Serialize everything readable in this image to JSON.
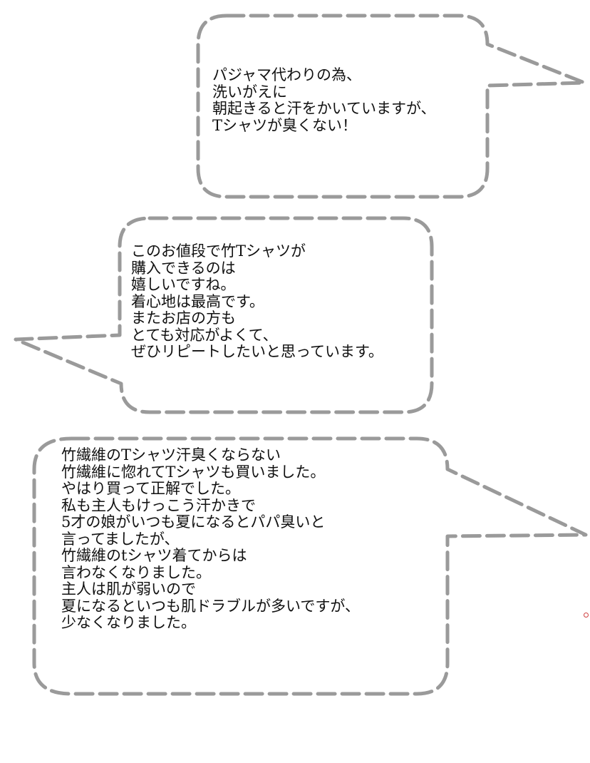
{
  "bubbles": [
    {
      "id": "bubble-1",
      "lines": [
        "パジャマ代わりの為、",
        "洗いがえに",
        "朝起きると汗をかいていますが、",
        "Tシャツが臭くない！"
      ]
    },
    {
      "id": "bubble-2",
      "lines": [
        "このお値段で竹Tシャツが",
        "購入できるのは",
        "嬉しいですね。",
        "着心地は最高です。",
        "またお店の方も",
        "とても対応がよくて、",
        "ぜひリピートしたいと思っています。"
      ]
    },
    {
      "id": "bubble-3",
      "lines": [
        "竹繊維のTシャツ汗臭くならない",
        "竹繊維に惚れてTシャツも買いました。",
        "やはり買って正解でした。",
        "私も主人もけっこう汗かきで",
        "5才の娘がいつも夏になるとパパ臭いと",
        "言ってましたが、",
        "竹繊維のtシャツ着てからは",
        "言わなくなりました。",
        "主人は肌が弱いので",
        "夏になるといつも肌ドラブルが多いですが、",
        "少なくなりました。"
      ]
    }
  ],
  "colors": {
    "bubble_stroke": "#9a9a9a",
    "text": "#111111",
    "background": "#ffffff"
  }
}
